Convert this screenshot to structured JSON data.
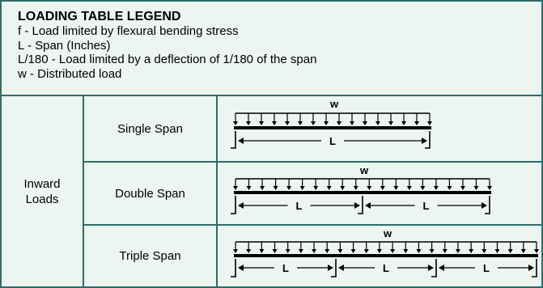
{
  "legend": {
    "title": "LOADING TABLE LEGEND",
    "lines": [
      "f - Load limited by flexural bending stress",
      "L - Span (Inches)",
      "L/180 - Load limited by a deflection of 1/180 of the span",
      "w - Distributed load"
    ]
  },
  "inward": {
    "line1": "Inward",
    "line2": "Loads"
  },
  "rows": [
    {
      "label": "Single Span",
      "load_label": "w",
      "span_label": "L",
      "spans": 1
    },
    {
      "label": "Double Span",
      "load_label": "w",
      "span_label": "L",
      "spans": 2
    },
    {
      "label": "Triple Span",
      "load_label": "w",
      "span_label": "L",
      "spans": 3
    }
  ],
  "colors": {
    "border": "#2f6e69",
    "background": "#ecf5ef",
    "ink": "#000000"
  }
}
